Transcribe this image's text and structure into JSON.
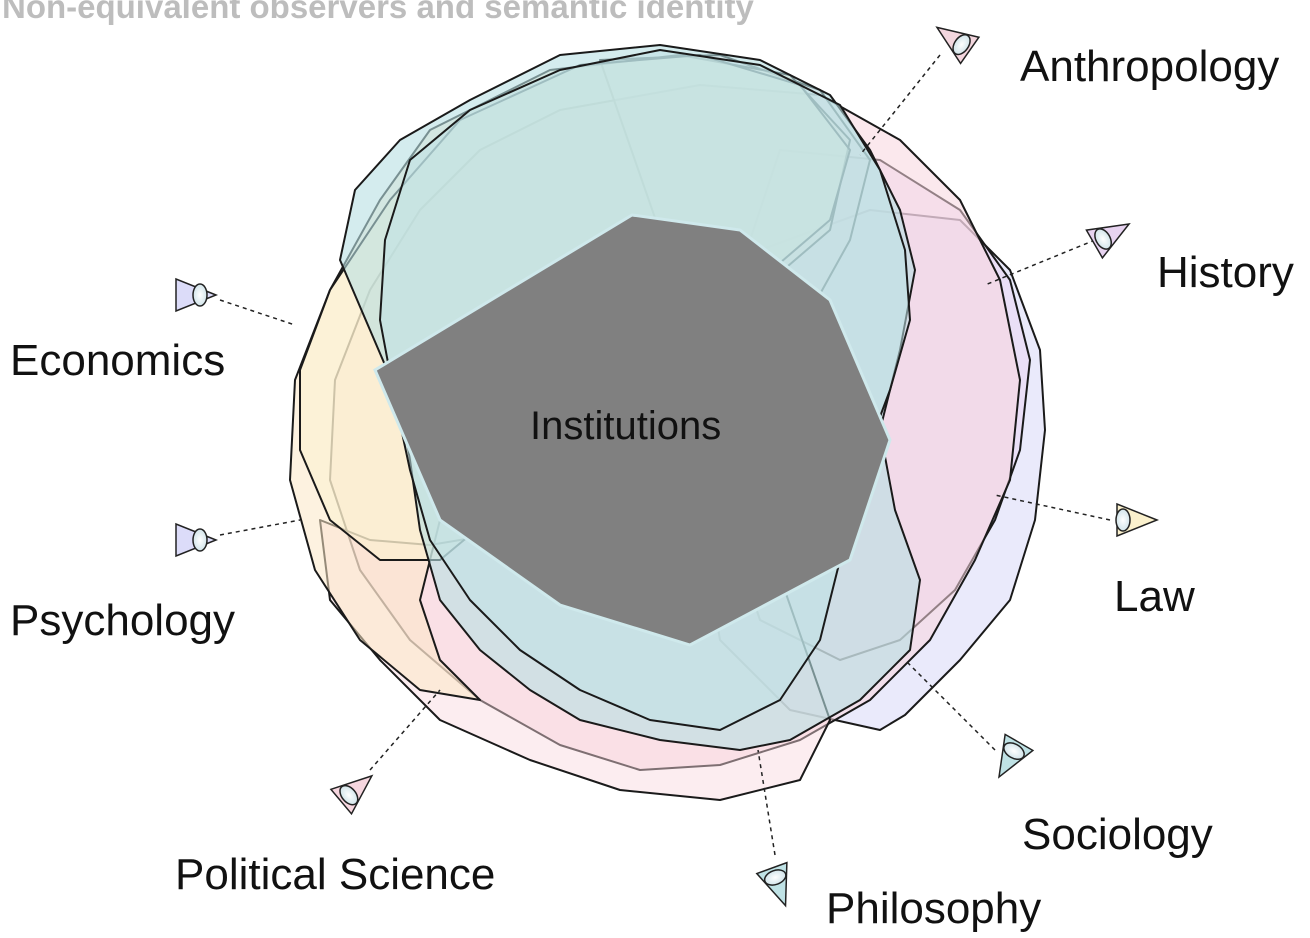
{
  "title": "Non-equivalent observers and semantic identity",
  "center": {
    "label": "Institutions",
    "color": "#808080"
  },
  "observers": [
    {
      "id": "anthropology",
      "label": "Anthropology",
      "icon": "eye-icon",
      "color": "#f6d6df"
    },
    {
      "id": "history",
      "label": "History",
      "icon": "eye-icon",
      "color": "#e9d6f2"
    },
    {
      "id": "law",
      "label": "Law",
      "icon": "eye-icon",
      "color": "#dcdcf9"
    },
    {
      "id": "sociology",
      "label": "Sociology",
      "icon": "eye-icon",
      "color": "#bfe3e6"
    },
    {
      "id": "philosophy",
      "label": "Philosophy",
      "icon": "eye-icon",
      "color": "#bfe3e6"
    },
    {
      "id": "political-science",
      "label": "Political Science",
      "icon": "eye-icon",
      "color": "#f6d6df"
    },
    {
      "id": "psychology",
      "label": "Psychology",
      "icon": "eye-icon",
      "color": "#dcdcf9"
    },
    {
      "id": "economics",
      "label": "Economics",
      "icon": "eye-icon",
      "color": "#dcdcf9"
    }
  ]
}
